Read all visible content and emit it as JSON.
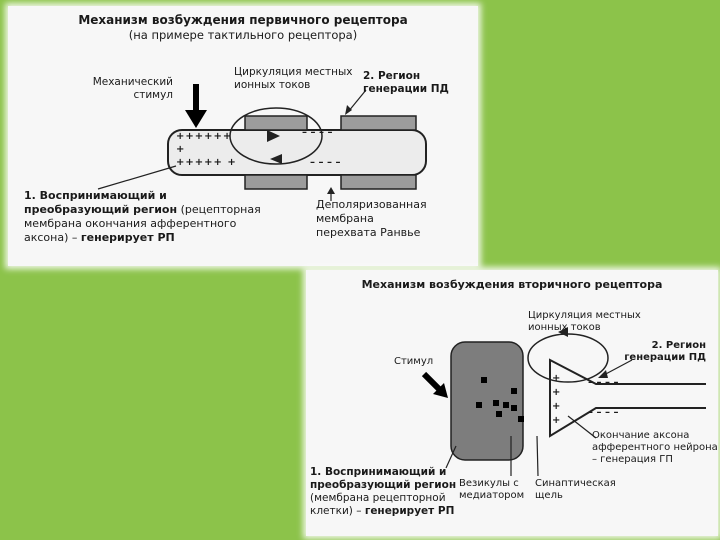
{
  "slide1": {
    "title": "Механизм возбуждения первичного рецептора",
    "subtitle": "(на примере тактильного рецептора)",
    "stimulus_label": [
      "Механический",
      "стимул"
    ],
    "circulation_label": [
      "Циркуляция местных",
      "ионных токов"
    ],
    "region2_label": [
      "2. Регион",
      "генерации ПД"
    ],
    "plus_top": "++++++",
    "plus_mid": "+",
    "plus_bottom": "+++++ +",
    "minus_top": "– –  – –",
    "minus_bottom": "– – – –",
    "region1_bold_1": "1. Воспринимающий и",
    "region1_bold_2": "преобразующий регион",
    "region1_rest_2": " (рецепторная",
    "region1_line_3": "мембрана окончания афферентного",
    "region1_line_4_pre": "аксона) – ",
    "region1_line_4_bold": "генерирует РП",
    "depolarized_label": [
      "Деполяризованная",
      "мембрана",
      "перехвата Ранвье"
    ]
  },
  "slide2": {
    "title": "Механизм возбуждения вторичного рецептора",
    "circulation_label": [
      "Циркуляция местных",
      "ионных токов"
    ],
    "region2_label": [
      "2. Регион",
      "генерации ПД"
    ],
    "stimulus_label": "Стимул",
    "plus_signs": [
      "+",
      "+",
      "+",
      "+"
    ],
    "minus_top": "– – – –",
    "minus_bottom": "– – – –",
    "axon_end_label": [
      "Окончание аксона",
      "афферентного нейрона",
      "– генерация ГП"
    ],
    "vesicles_label": [
      "Везикулы с",
      "медиатором"
    ],
    "synaptic_label": [
      "Синаптическая",
      "щель"
    ],
    "region1_bold_1": "1. Воспринимающий и",
    "region1_bold_2": "преобразующий регион",
    "region1_line_3": "(мембрана рецепторной",
    "region1_line_4_pre": "клетки) – ",
    "region1_line_4_bold": "генерирует РП"
  }
}
